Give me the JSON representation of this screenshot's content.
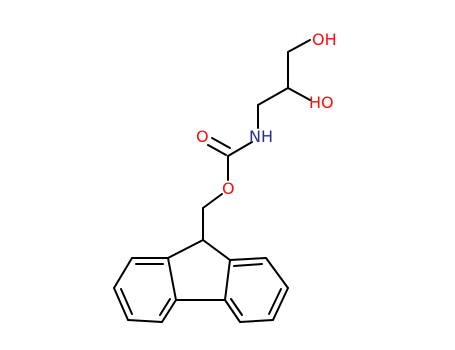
{
  "molecule": {
    "atom_labels": {
      "oh_top": "OH",
      "oh_middle": "HO",
      "nh": "NH",
      "o_carbonyl": "O",
      "o_ester": "O"
    },
    "colors": {
      "bond": "#000000",
      "oxygen": "#ff0d0d",
      "nitrogen": "#2e2e8f"
    }
  }
}
